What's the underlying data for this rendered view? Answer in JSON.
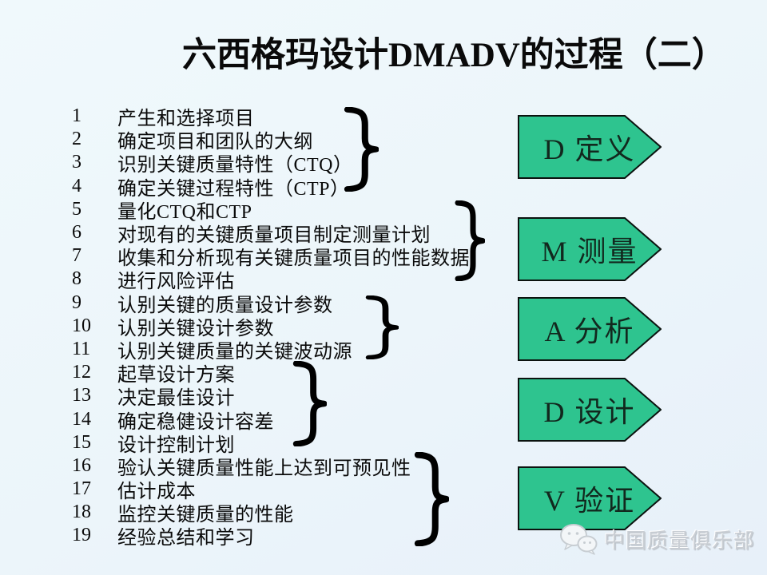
{
  "slide": {
    "title": "六西格玛设计DMADV的过程（二）"
  },
  "steps": [
    {
      "num": "1",
      "text": "产生和选择项目"
    },
    {
      "num": "2",
      "text": "确定项目和团队的大纲"
    },
    {
      "num": "3",
      "text": "识别关键质量特性（CTQ）"
    },
    {
      "num": "4",
      "text": "确定关键过程特性（CTP）"
    },
    {
      "num": "5",
      "text": "量化CTQ和CTP"
    },
    {
      "num": "6",
      "text": "对现有的关键质量项目制定测量计划"
    },
    {
      "num": "7",
      "text": "收集和分析现有关键质量项目的性能数据"
    },
    {
      "num": "8",
      "text": "进行风险评估"
    },
    {
      "num": "9",
      "text": "认别关键的质量设计参数"
    },
    {
      "num": "10",
      "text": "认别关键设计参数"
    },
    {
      "num": "11",
      "text": "认别关键质量的关键波动源"
    },
    {
      "num": "12",
      "text": "起草设计方案"
    },
    {
      "num": "13",
      "text": "决定最佳设计"
    },
    {
      "num": "14",
      "text": "确定稳健设计容差"
    },
    {
      "num": "15",
      "text": "设计控制计划"
    },
    {
      "num": "16",
      "text": "验认关键质量性能上达到可预见性"
    },
    {
      "num": "17",
      "text": "估计成本"
    },
    {
      "num": "18",
      "text": "监控关键质量的性能"
    },
    {
      "num": "19",
      "text": "经验总结和学习"
    }
  ],
  "phases": [
    {
      "label": "D 定义",
      "steps": "1-4"
    },
    {
      "label": "M 测量",
      "steps": "5-8"
    },
    {
      "label": "A 分析",
      "steps": "9-11"
    },
    {
      "label": "D 设计",
      "steps": "12-15"
    },
    {
      "label": "V 验证",
      "steps": "16-19"
    }
  ],
  "watermark": {
    "text": "中国质量俱乐部",
    "icon": "wechat-chat-bubbles"
  },
  "colors": {
    "background": "#EDF6FA",
    "arrow_fill": "#2EC48F",
    "arrow_border": "#0B130F",
    "text": "#0A0A0A",
    "watermark_text": "#C9CED4"
  }
}
